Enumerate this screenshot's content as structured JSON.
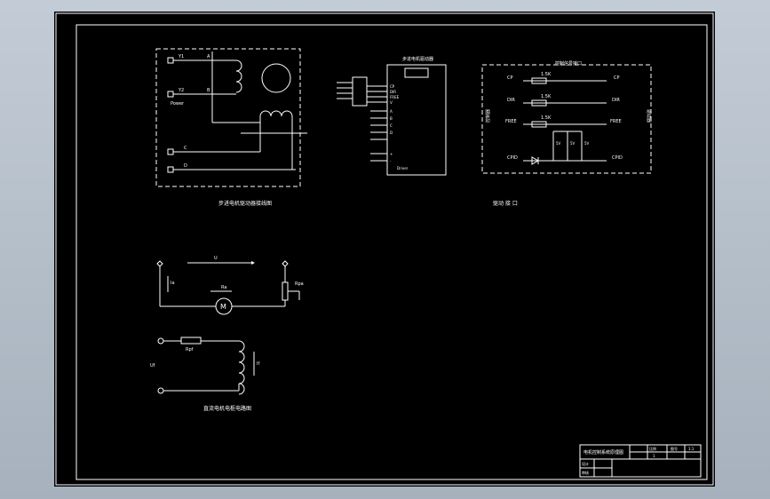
{
  "motor_wiring": {
    "caption": "步进电机驱动器接线图",
    "terminal_labels": [
      "Y1",
      "Y2",
      "A",
      "B",
      "C",
      "D"
    ],
    "box_label": "Power"
  },
  "driver_board": {
    "title": "步进电机驱动器",
    "pins": [
      "CP",
      "DIR",
      "FREE",
      "V",
      "A",
      "B",
      "C",
      "D",
      "+",
      "-"
    ],
    "bottom_label": "Driver"
  },
  "interface_circuit": {
    "title": "控制信号接口",
    "caption": "驱动 接 口",
    "left_label": "控制器",
    "right_label": "驱动器",
    "rows": [
      {
        "left": "CP",
        "right": "CP",
        "resistor": "1.5K"
      },
      {
        "left": "DIR",
        "right": "DIR",
        "resistor": "1.5K"
      },
      {
        "left": "FREE",
        "right": "FREE",
        "resistor": "1.5K"
      }
    ],
    "bottom_left": "CPID",
    "bottom_right": "CPID",
    "led_labels": [
      "5V",
      "5V",
      "5V"
    ]
  },
  "dc_motor": {
    "caption": "直流电机电枢电路图",
    "voltage_label": "U",
    "current_label": "Ia",
    "resistance_label": "Ra",
    "rheostat_label": "Rpa",
    "motor_symbol": "M",
    "field_voltage_label": "Uf",
    "field_current_label": "If",
    "field_rheostat_label": "Rpf"
  },
  "title_block": {
    "name": "电机控制系统原理图",
    "material": "比例",
    "scale": "1:1",
    "sheet": "图号",
    "designer": "设计",
    "checker": "审核",
    "sheet_no": "1"
  }
}
